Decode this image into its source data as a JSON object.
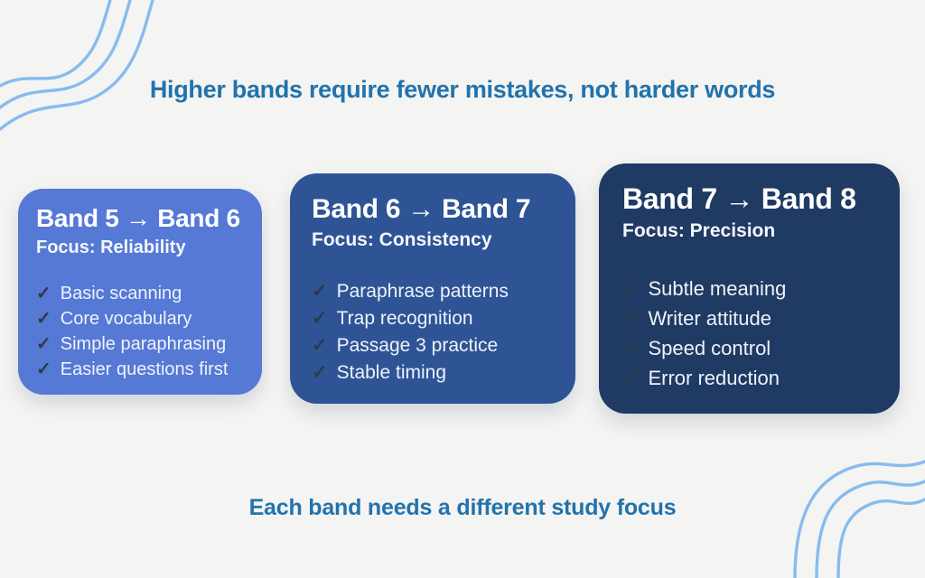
{
  "page": {
    "background_color": "#F4F4F2",
    "accent_text_color": "#2173AD",
    "wave_color": "#88BBEE",
    "check_color": "#2E3947",
    "check_icon": "✓"
  },
  "header": {
    "title": "Higher bands require fewer mistakes, not harder words"
  },
  "footer": {
    "caption": "Each band needs a different study focus"
  },
  "cards": [
    {
      "title": "Band 5 → Band 6",
      "focus": "Focus: Reliability",
      "color": "#5679D6",
      "items": [
        "Basic scanning",
        "Core vocabulary",
        "Simple paraphrasing",
        "Easier questions first"
      ]
    },
    {
      "title": "Band 6 → Band 7",
      "focus": "Focus: Consistency",
      "color": "#2E5496",
      "items": [
        "Paraphrase patterns",
        "Trap recognition",
        "Passage 3 practice",
        "Stable timing"
      ]
    },
    {
      "title": "Band 7 → Band 8",
      "focus": "Focus: Precision",
      "color": "#1F3A63",
      "items": [
        "Subtle meaning",
        "Writer attitude",
        "Speed control",
        "Error reduction"
      ]
    }
  ]
}
